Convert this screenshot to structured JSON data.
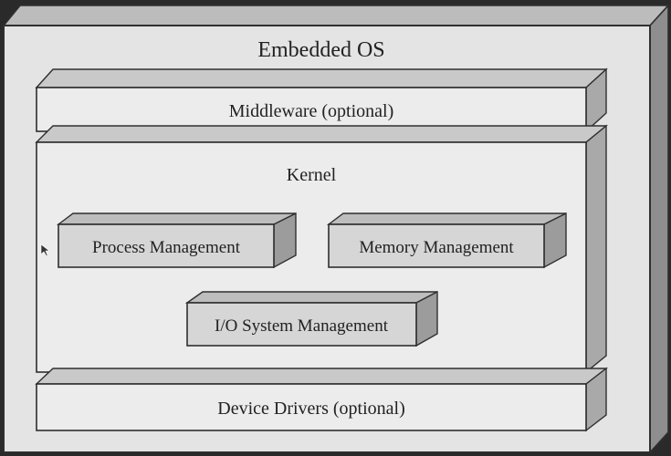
{
  "diagram": {
    "title": "Embedded OS",
    "middleware_label": "Middleware (optional)",
    "kernel_label": "Kernel",
    "process_label": "Process Management",
    "memory_label": "Memory Management",
    "io_label": "I/O System Management",
    "drivers_label": "Device Drivers (optional)"
  },
  "colors": {
    "background": "#2a2a2a",
    "outline": "#2f2f2f",
    "front_face": "#e4e4e4",
    "box_face": "#d6d6d6",
    "side_face": "#8e8e8e"
  }
}
